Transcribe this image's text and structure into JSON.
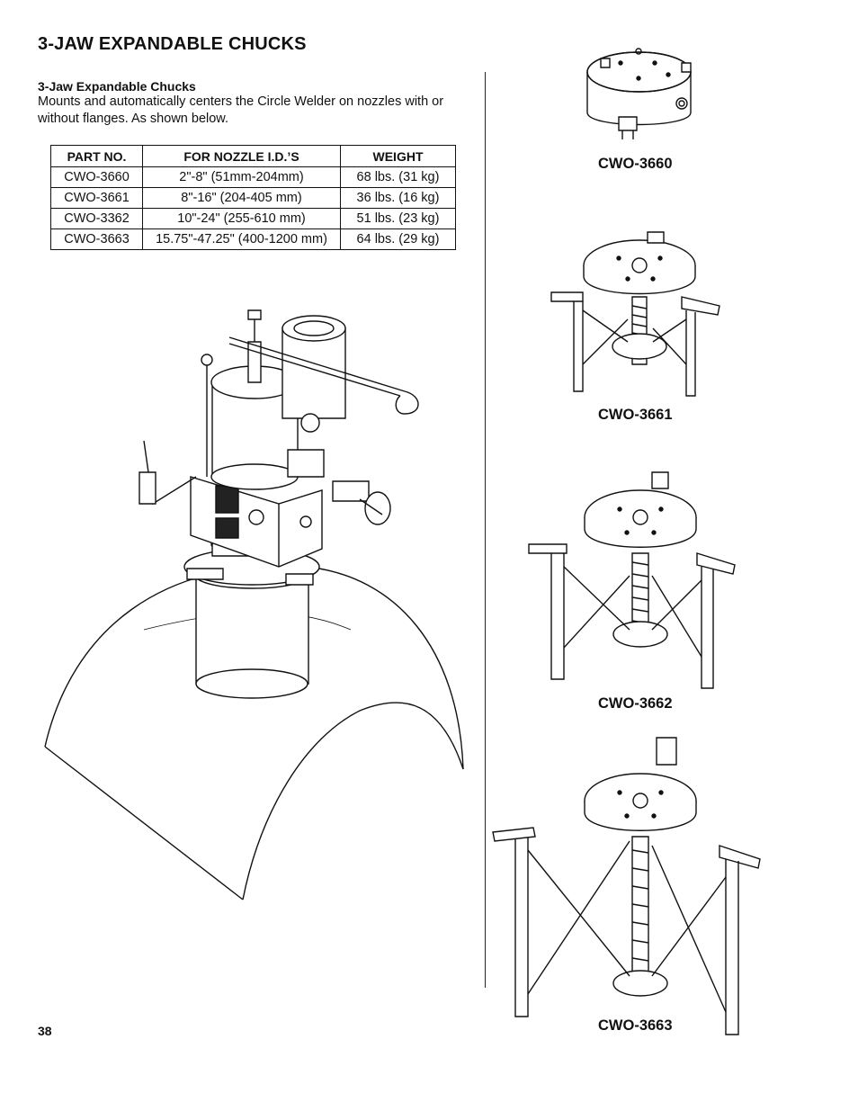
{
  "page": {
    "title": "3-JAW EXPANDABLE CHUCKS",
    "section_heading": "3-Jaw Expandable Chucks",
    "section_description": "Mounts and automatically centers the Circle Welder on nozzles with or without flanges. As shown below.",
    "page_number": "38"
  },
  "table": {
    "headers": [
      "PART NO.",
      "FOR NOZZLE I.D.’S",
      "WEIGHT"
    ],
    "rows": [
      [
        "CWO-3660",
        "2\"-8\" (51mm-204mm)",
        "68 lbs. (31 kg)"
      ],
      [
        "CWO-3661",
        "8\"-16\" (204-405 mm)",
        "36 lbs. (16 kg)"
      ],
      [
        "CWO-3362",
        "10\"-24\" (255-610 mm)",
        "51 lbs. (23 kg)"
      ],
      [
        "CWO-3663",
        "15.75\"-47.25\" (400-1200 mm)",
        "64 lbs. (29 kg)"
      ]
    ]
  },
  "captions": {
    "chuck_1": "CWO-3660",
    "chuck_2": "CWO-3661",
    "chuck_3": "CWO-3662",
    "chuck_4": "CWO-3663"
  }
}
